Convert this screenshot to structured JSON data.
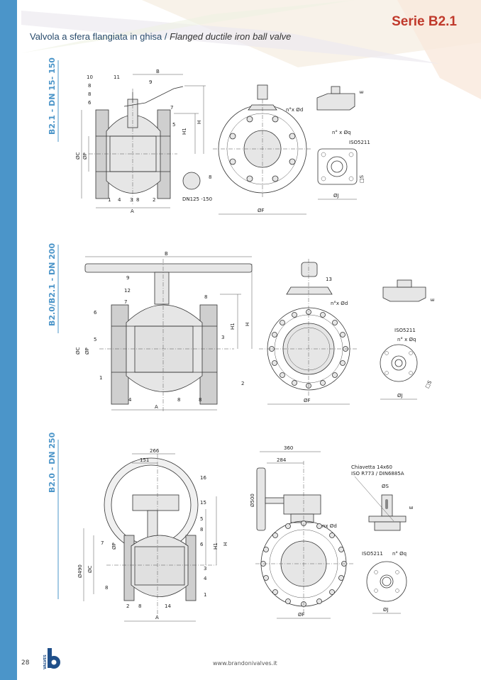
{
  "header": {
    "title": "Serie B2.1",
    "subtitle_it": "Valvola a sfera flangiata in ghisa /",
    "subtitle_en": "Flanged ductile iron ball valve"
  },
  "sections": [
    {
      "label": "B2.1 - DN 15- 150",
      "labels": [
        "10",
        "11",
        "B",
        "9",
        "8",
        "8",
        "6",
        "7",
        "5",
        "H1",
        "H",
        "ØC",
        "ØP",
        "1",
        "4",
        "3",
        "8",
        "2",
        "A",
        "8",
        "DN125 -150",
        "n°x Ød",
        "ØF",
        "n° x Øq",
        "ISO5211",
        "□S",
        "ØJ",
        "E"
      ]
    },
    {
      "label": "B2.0/B2.1 - DN 200",
      "labels": [
        "B",
        "9",
        "12",
        "7",
        "8",
        "6",
        "5",
        "3",
        "H1",
        "H",
        "ØC",
        "ØP",
        "1",
        "4",
        "8",
        "8",
        "A",
        "2",
        "13",
        "n°x Ød",
        "ØF",
        "ISO5211",
        "n° x Øq",
        "□S",
        "ØJ",
        "E"
      ]
    },
    {
      "label": "B2.0 - DN 250",
      "labels": [
        "266",
        "151",
        "16",
        "15",
        "5",
        "8",
        "7",
        "6",
        "H1",
        "H",
        "Ø490",
        "ØC",
        "ØP",
        "3",
        "4",
        "8",
        "1",
        "2",
        "8",
        "14",
        "A",
        "360",
        "284",
        "Ø500",
        "nx Ød",
        "ØF",
        "Chiavetta 14x60",
        "ISO R773 / DIN6885A",
        "ØS",
        "E",
        "ISO5211",
        "n° Øq",
        "ØJ"
      ]
    }
  ],
  "footer": {
    "page": "28",
    "url": "www.brandonivalves.it",
    "logo_text": "VALVES"
  },
  "colors": {
    "accent": "#4b95c9",
    "title": "#c0392b"
  }
}
